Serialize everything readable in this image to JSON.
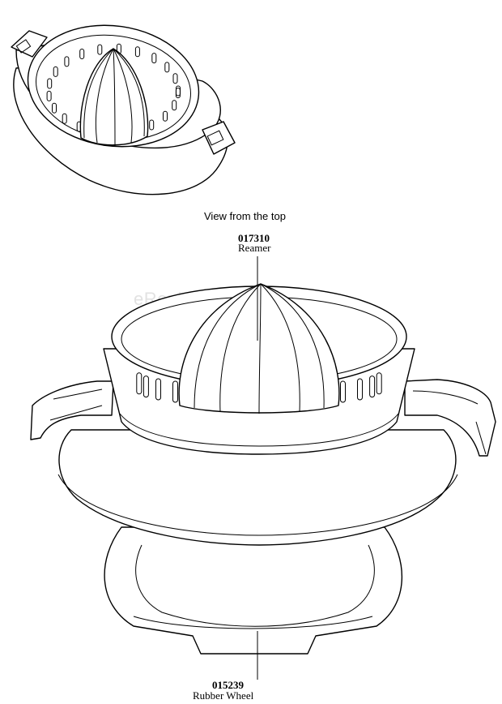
{
  "caption": {
    "top_view": "View from the top"
  },
  "watermark": "eReplacementParts.com",
  "parts": {
    "reamer": {
      "number": "017310",
      "name": "Reamer"
    },
    "wheel": {
      "number": "015239",
      "name": "Rubber Wheel"
    }
  }
}
